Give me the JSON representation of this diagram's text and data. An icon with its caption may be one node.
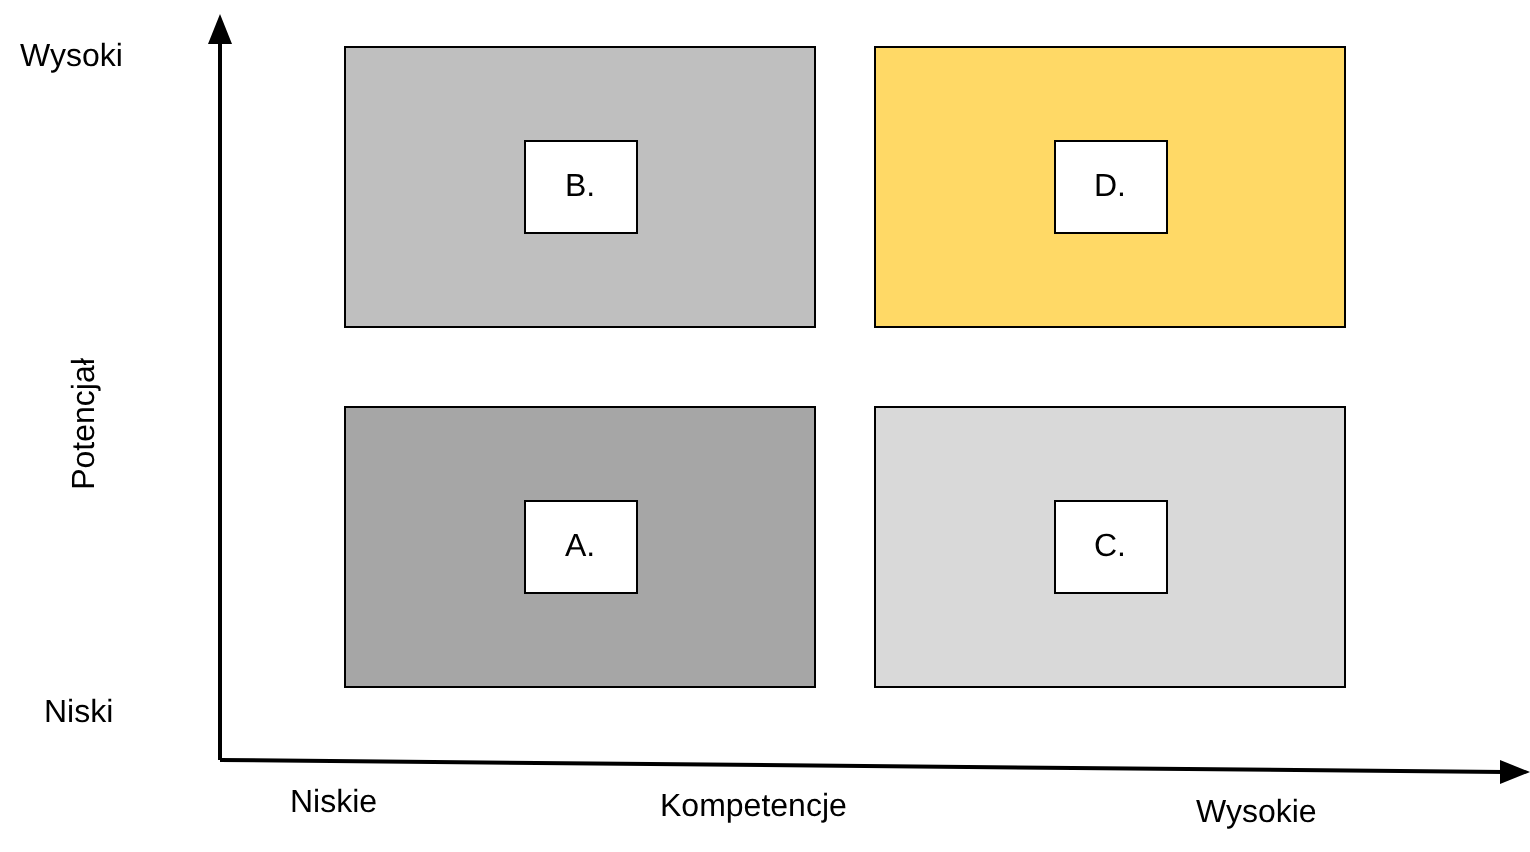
{
  "diagram": {
    "nodes": [
      {
        "text": [],
        "shape": "box"
      },
      {
        "text": [
          "B."
        ],
        "in": 0
      },
      {
        "text": [],
        "shape": "box"
      },
      {
        "text": [
          "D."
        ],
        "in": 2
      },
      {
        "text": [],
        "shape": "box"
      },
      {
        "text": [
          "A."
        ],
        "in": 4
      },
      {
        "text": [],
        "shape": "box"
      },
      {
        "text": [
          "C."
        ],
        "in": 6
      }
    ],
    "edges": [],
    "labels": [
      "Wysoki",
      "Potencjał",
      "Niski",
      "Niskie",
      "Kompetencje",
      "Wysokie"
    ]
  }
}
